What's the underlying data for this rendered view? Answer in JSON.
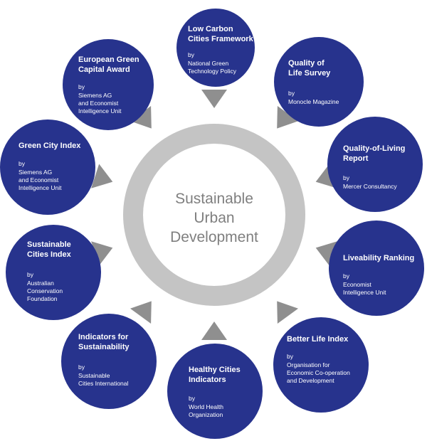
{
  "center": {
    "label": "Sustainable\nUrban\nDevelopment"
  },
  "by_label": "by",
  "colors": {
    "node": "#27338d",
    "ring": "#c4c4c4",
    "arrow": "#8f8f8f",
    "text": "#7f7f7f"
  },
  "nodes": [
    {
      "title": "Low Carbon\nCities Framework",
      "org": "National Green\nTechnology Policy"
    },
    {
      "title": "Quality of\nLife Survey",
      "org": "Monocle Magazine"
    },
    {
      "title": "Quality-of-Living\nReport",
      "org": "Mercer Consultancy"
    },
    {
      "title": "Liveability Ranking",
      "org": "Economist\nIntelligence Unit"
    },
    {
      "title": "Better Life Index",
      "org": "Organisation for\nEconomic Co-operation\nand Development"
    },
    {
      "title": "Healthy Cities\nIndicators",
      "org": "World Health\nOrganization"
    },
    {
      "title": "Indicators for\nSustainability",
      "org": "Sustainable\nCities International"
    },
    {
      "title": "Sustainable\nCities Index",
      "org": "Australian\nConservation\nFoundation"
    },
    {
      "title": "Green City Index",
      "org": "Siemens AG\nand Economist\nIntelligence Unit"
    },
    {
      "title": "European Green\nCapital Award",
      "org": "Siemens AG\nand Economist\nIntelligence Unit"
    }
  ]
}
